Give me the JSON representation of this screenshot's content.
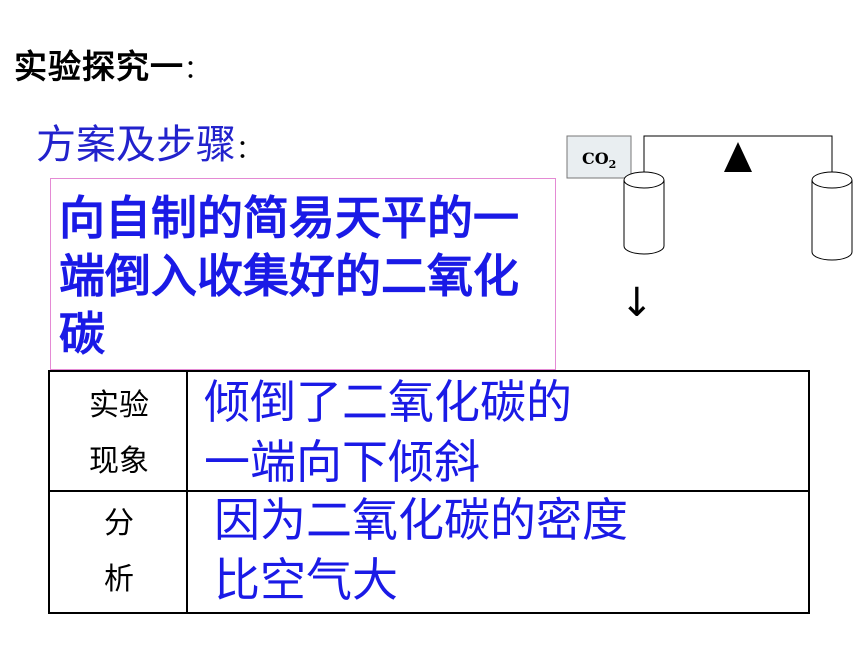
{
  "heading": {
    "title": "实验探究一",
    "title_colon": "：",
    "subtitle": "方案及步骤",
    "subtitle_colon": "："
  },
  "step": {
    "text": "向自制的简易天平的一端倒入收集好的二氧化碳"
  },
  "diagram": {
    "label_main": "CO",
    "label_sub": "2",
    "arrow": "↓",
    "pivot_icon": "triangle-pivot-icon"
  },
  "table": {
    "rows": [
      {
        "label": [
          "实验",
          "现象"
        ],
        "content": [
          "倾倒了二氧化碳的",
          "一端向下倾斜"
        ]
      },
      {
        "label": [
          "分",
          "析"
        ],
        "content": [
          "因为二氧化碳的密度",
          "比空气大"
        ]
      }
    ]
  },
  "colors": {
    "blue_text": "#1a1ae6",
    "subtitle_blue": "#2222cc",
    "box_border": "#e48ad4"
  }
}
